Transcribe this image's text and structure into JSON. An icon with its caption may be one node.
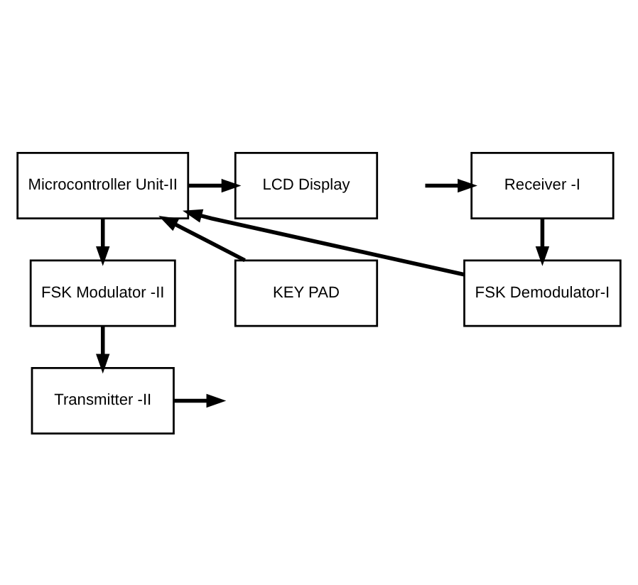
{
  "diagram": {
    "nodes": [
      {
        "text": [
          "LCD Display"
        ]
      },
      {
        "text": [
          "Microcontroller Unit-II"
        ]
      },
      {
        "text": [
          "KEY PAD"
        ]
      },
      {
        "text": [
          "FSK Modulator -II"
        ]
      },
      {
        "text": [
          "Transmitter -II"
        ]
      },
      {
        "text": [
          "Receiver -I"
        ]
      },
      {
        "text": [
          "FSK Demodulator-I"
        ]
      }
    ],
    "edges": [
      {
        "from": 1,
        "to": 0,
        "arrow": "to"
      },
      {
        "from": 2,
        "to": 1,
        "arrow": "to"
      },
      {
        "from": 1,
        "to": 3,
        "arrow": "to"
      },
      {
        "from": 3,
        "to": 4,
        "arrow": "to"
      },
      {
        "from": 4,
        "to": null,
        "arrow": "to"
      },
      {
        "from": null,
        "to": 5,
        "arrow": "to"
      },
      {
        "from": 5,
        "to": 6,
        "arrow": "to"
      },
      {
        "from": 6,
        "to": 1,
        "arrow": "to"
      }
    ]
  }
}
